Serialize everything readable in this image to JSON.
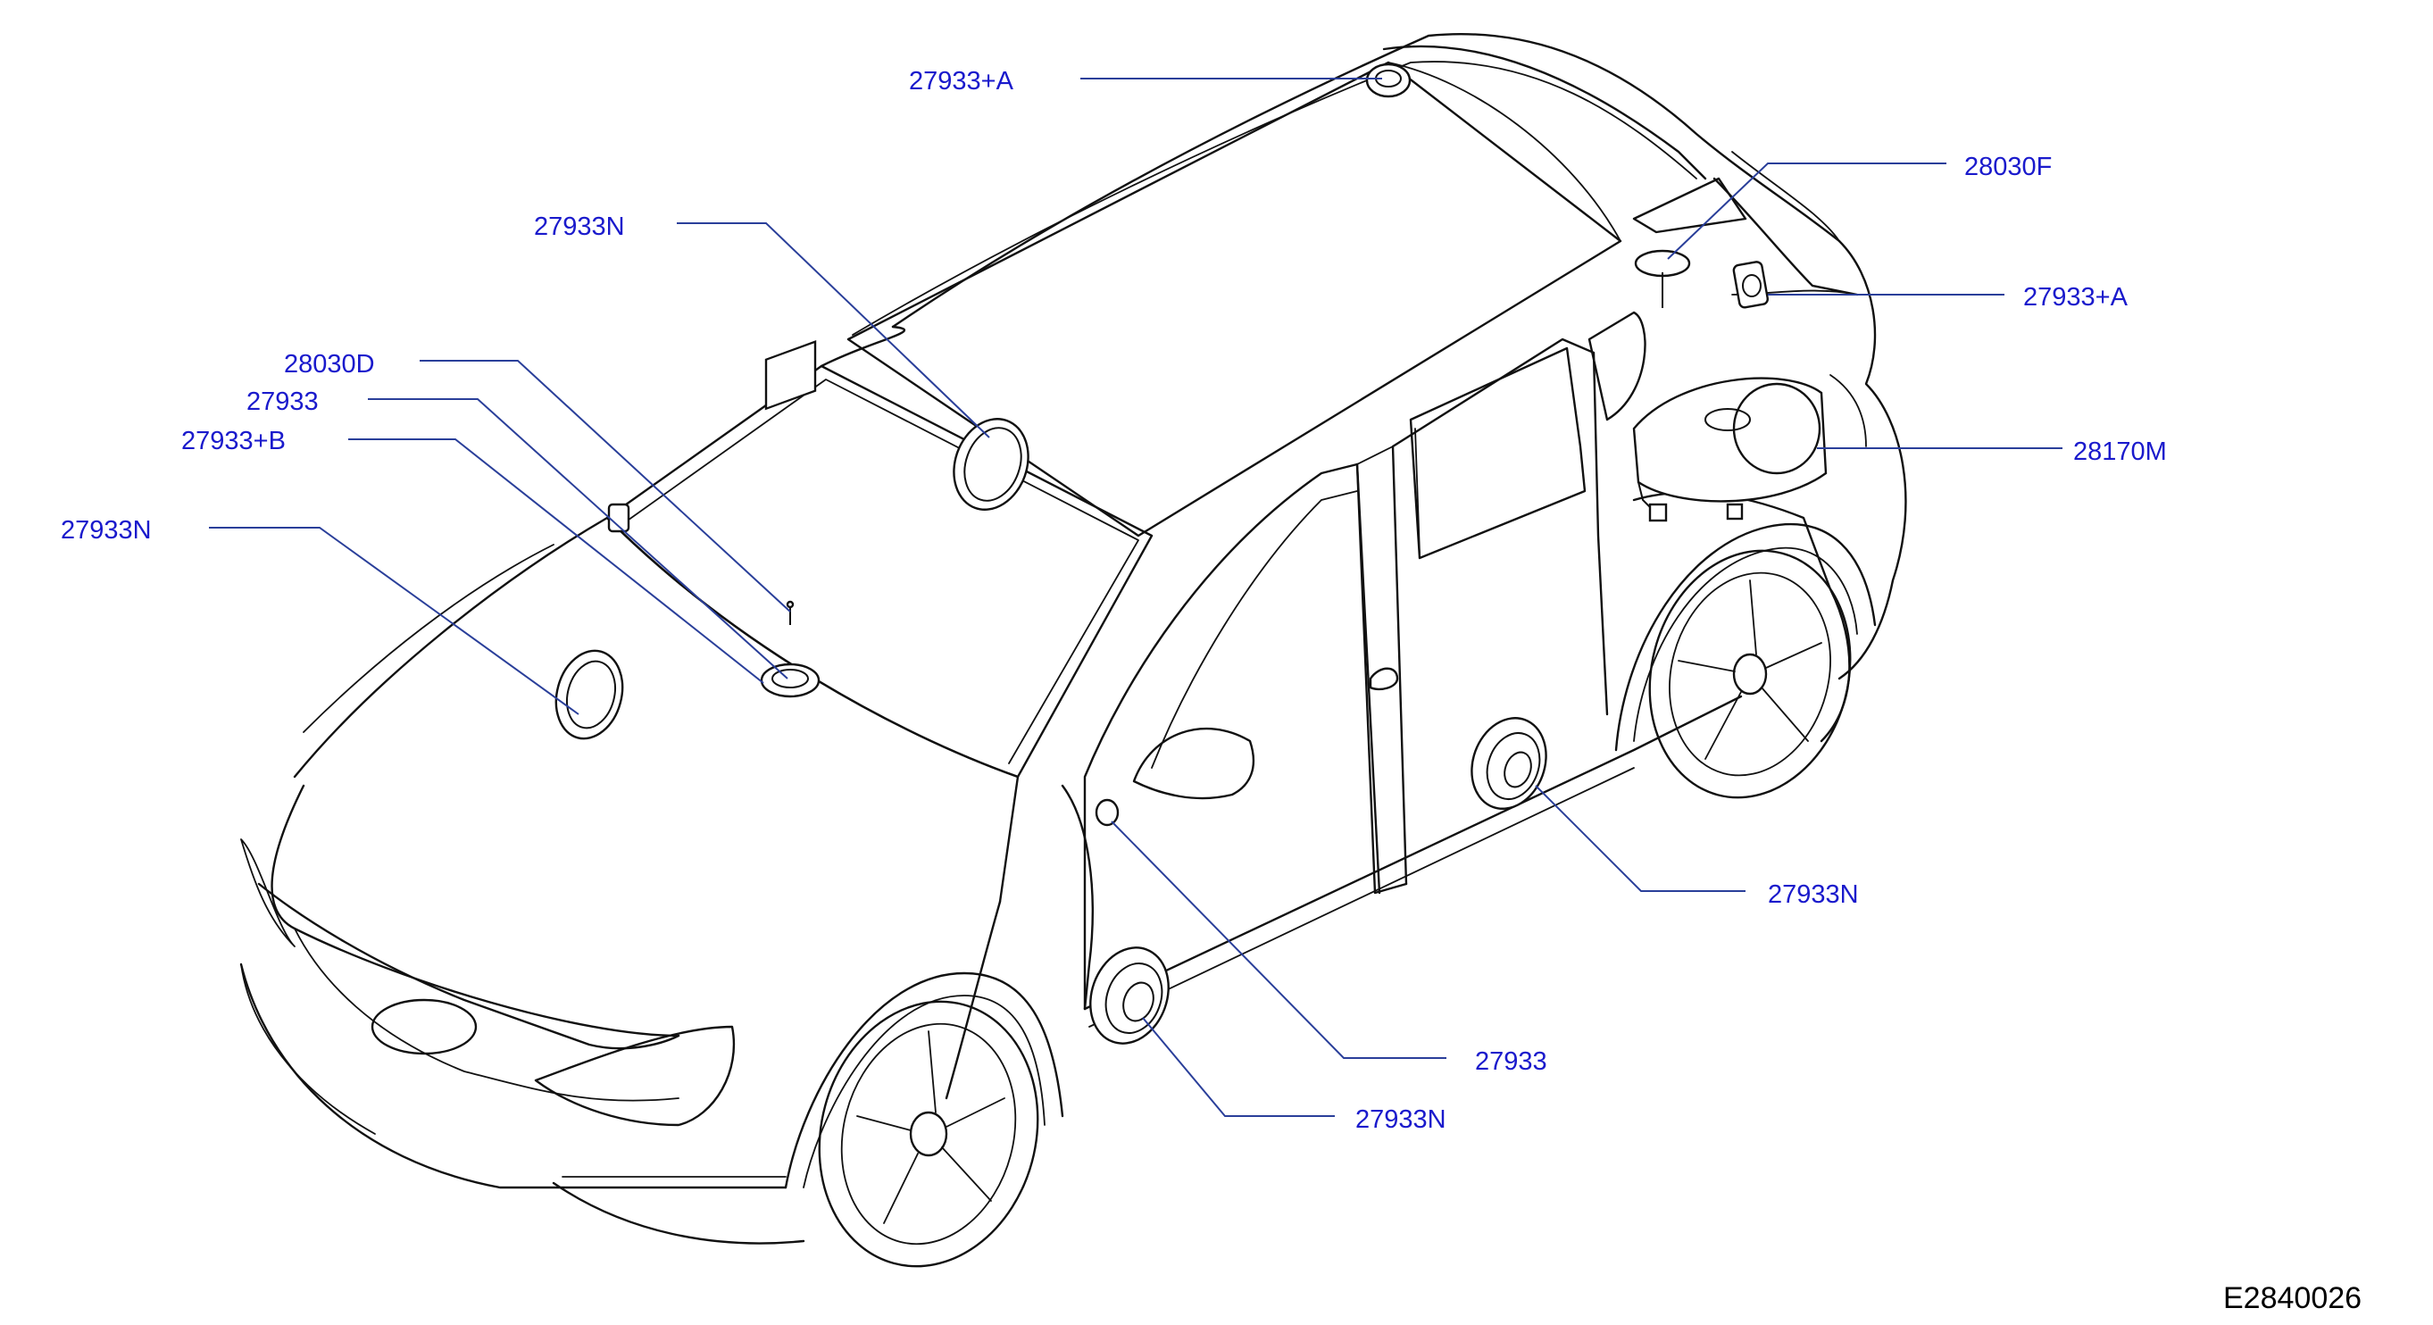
{
  "diagram": {
    "figure_id": "E2840026",
    "callouts": [
      {
        "id": "c1",
        "text": "27933+A"
      },
      {
        "id": "c2",
        "text": "28030F"
      },
      {
        "id": "c3",
        "text": "27933N"
      },
      {
        "id": "c4",
        "text": "27933+A"
      },
      {
        "id": "c5",
        "text": "28030D"
      },
      {
        "id": "c6",
        "text": "27933"
      },
      {
        "id": "c7",
        "text": "27933+B"
      },
      {
        "id": "c8",
        "text": "28170M"
      },
      {
        "id": "c9",
        "text": "27933N"
      },
      {
        "id": "c10",
        "text": "27933N"
      },
      {
        "id": "c11",
        "text": "27933"
      },
      {
        "id": "c12",
        "text": "27933N"
      }
    ]
  }
}
